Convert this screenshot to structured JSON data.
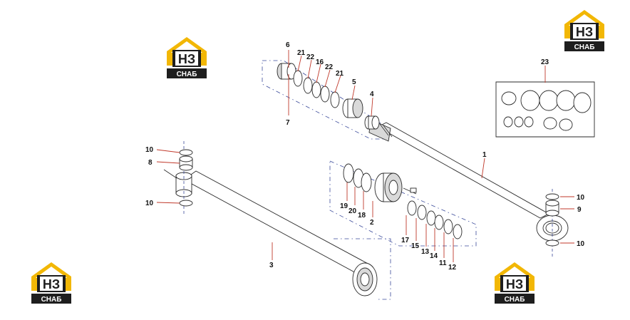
{
  "logo": {
    "top_text": "НЗ",
    "bottom_text": "СНАБ",
    "colors": {
      "gold": "#f2b705",
      "dark": "#1e1e1e",
      "white": "#ffffff"
    }
  },
  "callouts": {
    "c1": "1",
    "c2": "2",
    "c3": "3",
    "c4": "4",
    "c5": "5",
    "c6": "6",
    "c7": "7",
    "c8": "8",
    "c9": "9",
    "c10a": "10",
    "c10b": "10",
    "c10c": "10",
    "c10d": "10",
    "c11": "11",
    "c12": "12",
    "c13": "13",
    "c14": "14",
    "c15": "15",
    "c16": "16",
    "c17": "17",
    "c18": "18",
    "c19": "19",
    "c20": "20",
    "c21a": "21",
    "c21b": "21",
    "c22a": "22",
    "c22b": "22",
    "c23": "23"
  },
  "colors": {
    "leader": "#c0392b",
    "dash": "#3a4a9a",
    "outline": "#2a2a2a"
  }
}
